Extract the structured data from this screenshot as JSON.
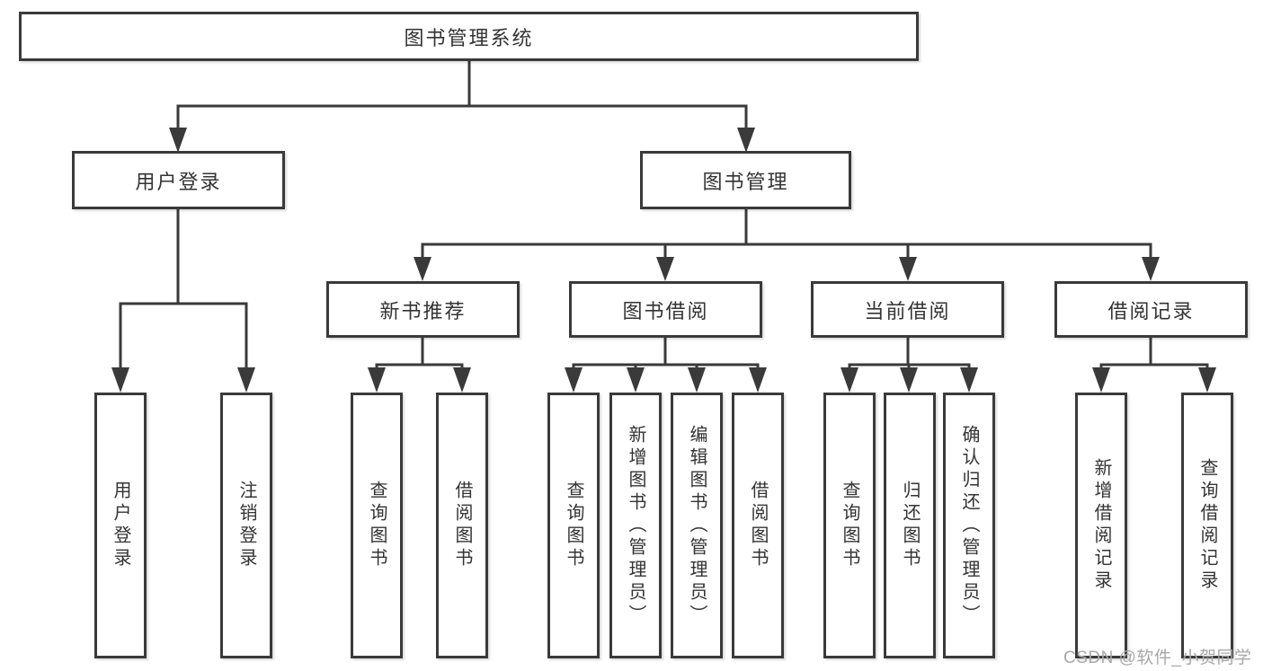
{
  "tree": {
    "root": {
      "label": "图书管理系统"
    },
    "branches": [
      {
        "label": "用户登录",
        "children": [
          {
            "label": "用户登录"
          },
          {
            "label": "注销登录"
          }
        ]
      },
      {
        "label": "图书管理",
        "groups": [
          {
            "label": "新书推荐",
            "children": [
              {
                "label": "查询图书"
              },
              {
                "label": "借阅图书"
              }
            ]
          },
          {
            "label": "图书借阅",
            "children": [
              {
                "label": "查询图书"
              },
              {
                "label": "新增图书（管理员）"
              },
              {
                "label": "编辑图书（管理员）"
              },
              {
                "label": "借阅图书"
              }
            ]
          },
          {
            "label": "当前借阅",
            "children": [
              {
                "label": "查询图书"
              },
              {
                "label": "归还图书"
              },
              {
                "label": "确认归还（管理员）"
              }
            ]
          },
          {
            "label": "借阅记录",
            "children": [
              {
                "label": "新增借阅记录"
              },
              {
                "label": "查询借阅记录"
              }
            ]
          }
        ]
      }
    ]
  },
  "watermark": {
    "text": "CSDN @软件_小贺同学"
  },
  "colors": {
    "line": "#3a3a3a",
    "box_border": "#3a3a3a",
    "text": "#333333",
    "watermark": "#a8a8a8",
    "background": "#ffffff"
  }
}
